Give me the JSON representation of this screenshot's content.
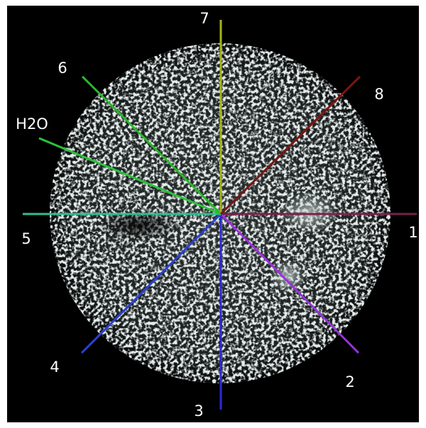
{
  "image": {
    "description": "Radial sampling lines overlaid on a circular speckled grayscale scan",
    "background": "#000000",
    "frame": "#ffffff",
    "disc_tint": "#b9c6c4"
  },
  "lines": [
    {
      "label": "1",
      "color": "#7a1f4e"
    },
    {
      "label": "2",
      "color": "#9b30e0"
    },
    {
      "label": "3",
      "color": "#2a2ad8"
    },
    {
      "label": "4",
      "color": "#2a40d6"
    },
    {
      "label": "5",
      "color": "#2fbf8f"
    },
    {
      "label": "H2O",
      "color": "#2bc23a"
    },
    {
      "label": "6",
      "color": "#28b82a"
    },
    {
      "label": "7",
      "color": "#a5b31c"
    },
    {
      "label": "8",
      "color": "#7a1515"
    }
  ]
}
